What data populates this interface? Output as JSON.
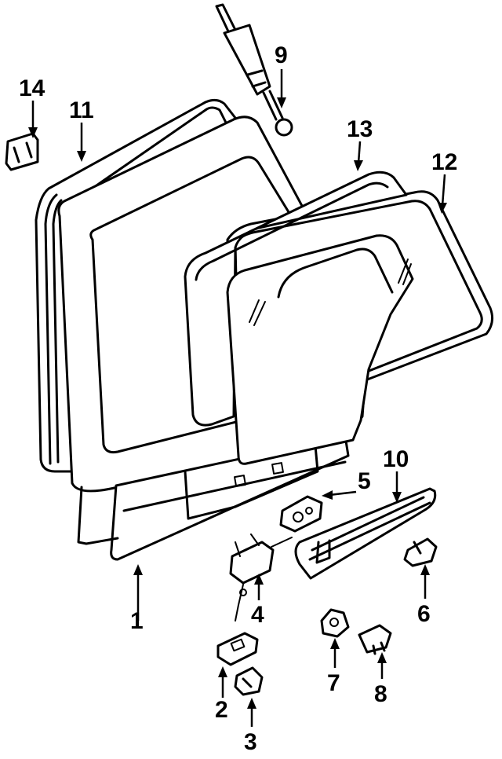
{
  "diagram": {
    "callouts": {
      "p1": "1",
      "p2": "2",
      "p3": "3",
      "p4": "4",
      "p5": "5",
      "p6": "6",
      "p7": "7",
      "p8": "8",
      "p9": "9",
      "p10": "10",
      "p11": "11",
      "p12": "12",
      "p13": "13",
      "p14": "14"
    },
    "colors": {
      "line": "#000000",
      "background": "#ffffff"
    }
  }
}
